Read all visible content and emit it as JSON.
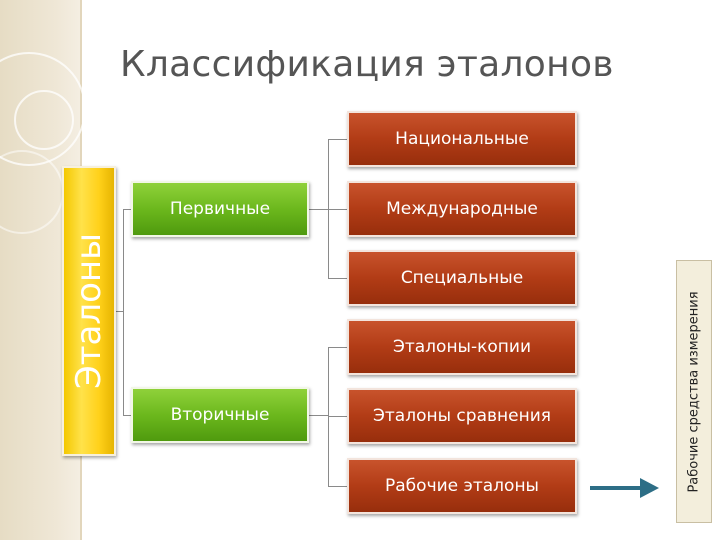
{
  "title": "Классификация эталонов",
  "root": {
    "label": "Эталоны"
  },
  "groups": [
    {
      "label": "Первичные",
      "items": [
        "Национальные",
        "Международные",
        "Специальные"
      ]
    },
    {
      "label": "Вторичные",
      "items": [
        "Эталоны-копии",
        "Эталоны сравнения",
        "Рабочие эталоны"
      ]
    }
  ],
  "side_box": {
    "label": "Рабочие средства измерения"
  },
  "colors": {
    "root": "#ffd11a",
    "level1": "#6cb81d",
    "leaf": "#b23c16",
    "arrow": "#2d6e86",
    "connector": "#8a8a8a"
  },
  "icons": {
    "arrow": "right-arrow-icon"
  }
}
